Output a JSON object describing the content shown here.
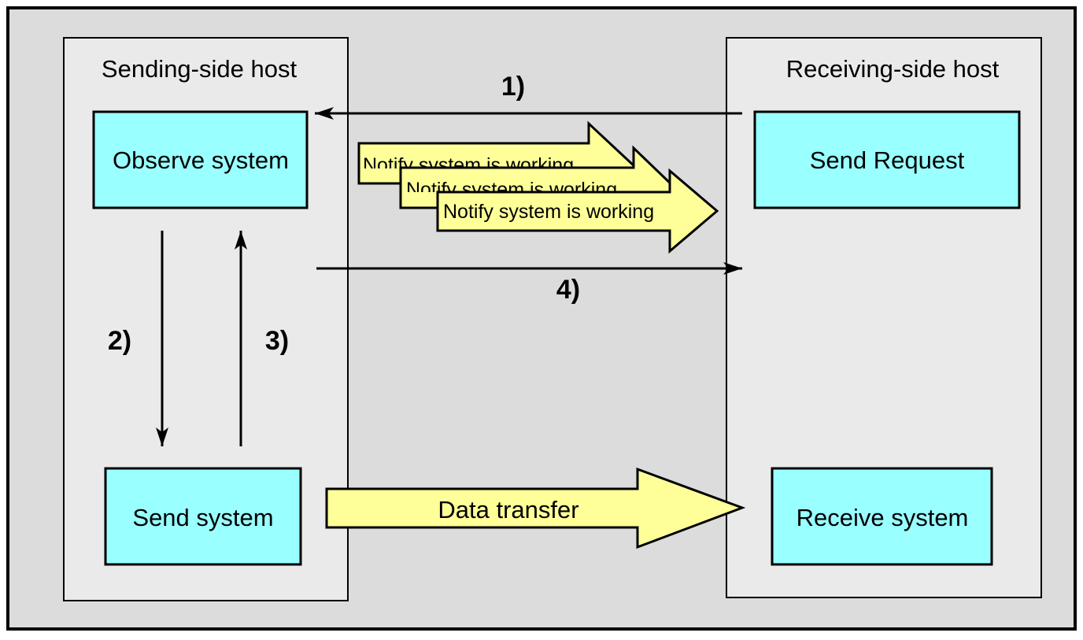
{
  "hosts": {
    "sending": {
      "label": "Sending-side host"
    },
    "receiving": {
      "label": "Receiving-side host"
    }
  },
  "boxes": {
    "observe": "Observe system",
    "send": "Send system",
    "request": "Send Request",
    "receive": "Receive system"
  },
  "steps": {
    "s1": "1)",
    "s2": "2)",
    "s3": "3)",
    "s4": "4)"
  },
  "notify": {
    "label": "Notify system is working",
    "count": 3
  },
  "transfer": {
    "label": "Data transfer"
  },
  "colors": {
    "frame_bg": "#dcdcdc",
    "host_bg": "#eaeaea",
    "box_fill": "#99ffff",
    "arrow_fill": "#ffff99",
    "line": "#000000"
  }
}
